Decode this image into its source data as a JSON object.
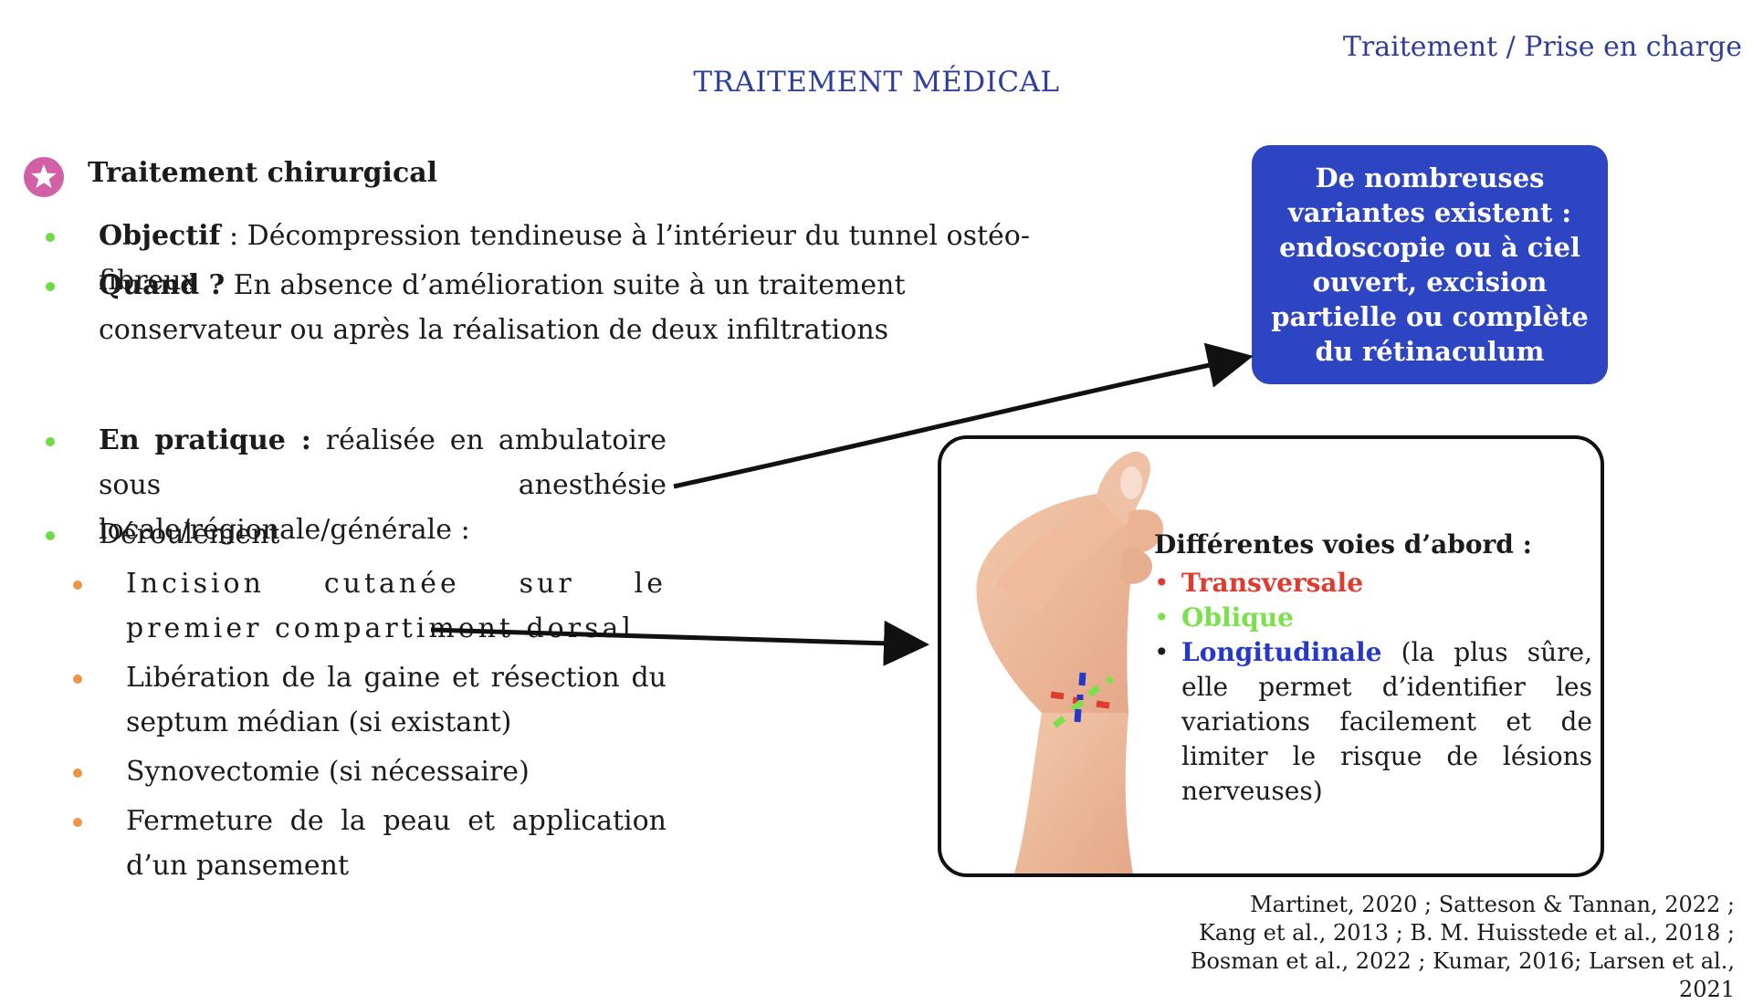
{
  "header": {
    "section_label": "Traitement / Prise en charge",
    "title": "TRAITEMENT MÉDICAL"
  },
  "section": {
    "icon": "star-icon",
    "heading": "Traitement chirurgical"
  },
  "bullets": {
    "objectif": {
      "label": "Objectif",
      "text": " : Décompression tendineuse à l’intérieur du tunnel ostéo-fibreux"
    },
    "quand": {
      "label": "Quand ?",
      "text": " En absence d’amélioration suite à un traitement conservateur ou après la réalisation de deux infiltrations"
    },
    "pratique": {
      "label": "En pratique :",
      "text": " réalisée en ambulatoire sous anesthésie locale/régionale/générale :"
    },
    "deroulement": {
      "text": "Déroulement"
    }
  },
  "steps": [
    "Incision cutanée sur le premier compartiment dorsal",
    "Libération de la gaine et résection du septum médian (si existant)",
    "Synovectomie (si nécessaire)",
    "Fermeture de la peau et application d’un pansement"
  ],
  "variants_box": {
    "text": "De nombreuses variantes existent : endoscopie ou à ciel ouvert, excision partielle ou complète du rétinaculum"
  },
  "approaches": {
    "title": "Différentes voies d’abord :",
    "bullet_char": "•",
    "transversale": "Transversale",
    "oblique": "Oblique",
    "longitudinale": "Longitudinale",
    "longitudinale_note": "  (la plus sûre, elle permet d’identifier les variations facilement et de limiter le risque de lésions nerveuses)"
  },
  "references": "Martinet, 2020 ; Satteson & Tannan, 2022 ;  Kang et al., 2013 ; B. M. Huisstede et al., 2018 ; Bosman et al., 2022 ; Kumar, 2016; Larsen et al., 2021",
  "colors": {
    "accent_blue": "#2d3e9c",
    "box_blue": "#2d45c2",
    "bullet_green": "#6ddb46",
    "bullet_orange": "#ec9548",
    "badge_pink": "#d160a6",
    "incision_red": "#e03b2f",
    "incision_green": "#7ae04c",
    "incision_blue": "#2538c8"
  }
}
